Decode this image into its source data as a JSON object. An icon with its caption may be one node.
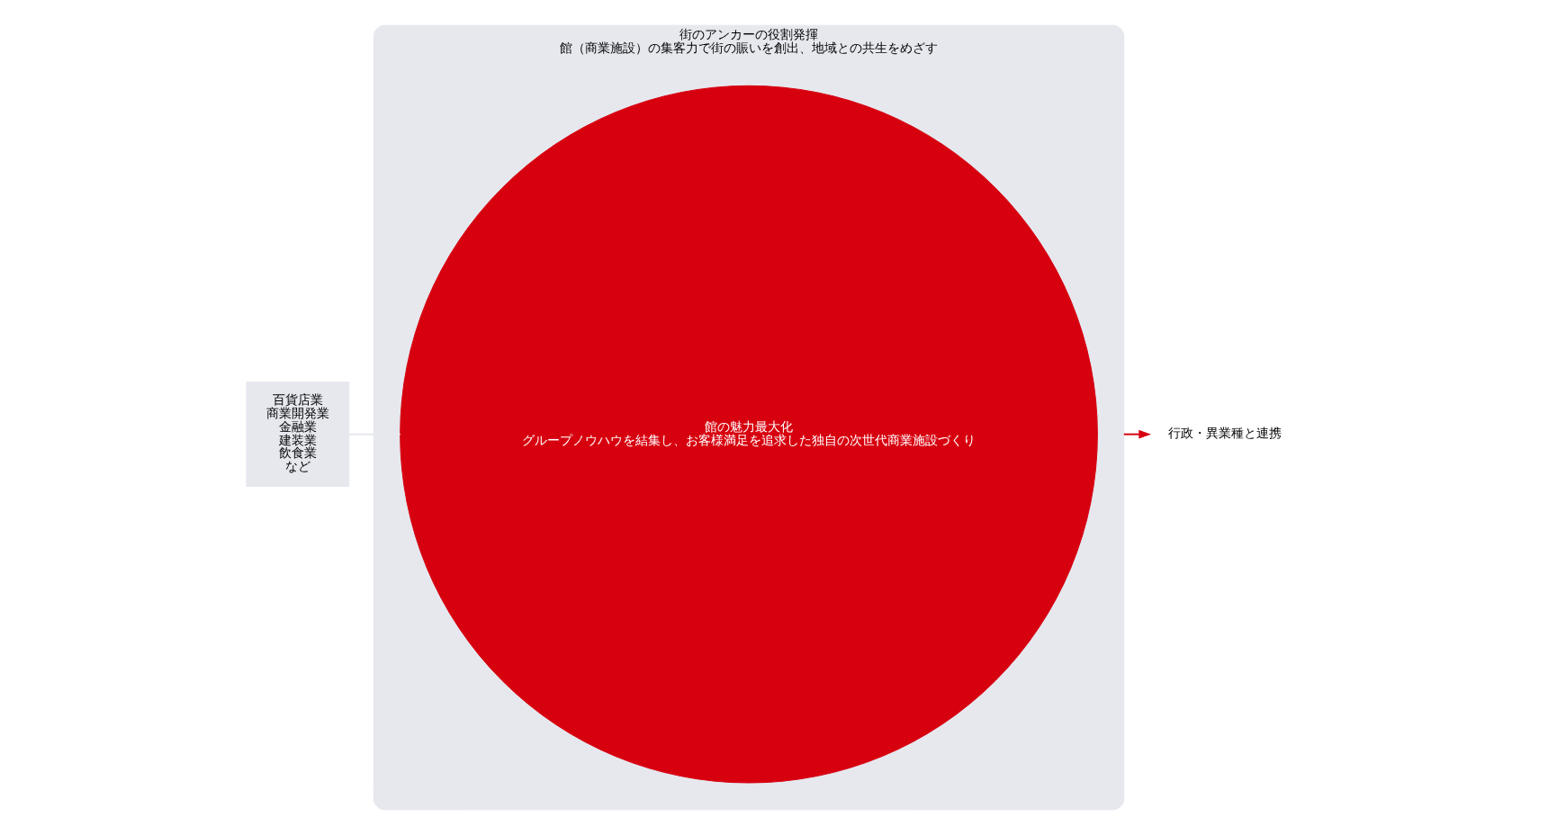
{
  "diagram": {
    "nodes": [
      {
        "text": [
          "街のアンカーの役割発揮",
          "館（商業施設）の集客力で街の賑いを創出、地域との共生をめざす"
        ]
      },
      {
        "text": [
          "館の魅力最大化",
          "グループノウハウを結集し、お客様満足を追求した独自の次世代商業施設づくり"
        ],
        "in": 0
      },
      {
        "text": [
          "百貨店業",
          "商業開発業",
          "金融業",
          "建装業",
          "飲食業",
          "など"
        ]
      },
      {
        "text": [
          "行政・異業種と連携"
        ]
      }
    ],
    "edges": [
      {
        "from": 2,
        "to": 1,
        "arrow": "none",
        "color": "#e6e8ee"
      },
      {
        "from": 0,
        "to": 3,
        "arrow": "to",
        "color": "#d7000f"
      }
    ]
  }
}
